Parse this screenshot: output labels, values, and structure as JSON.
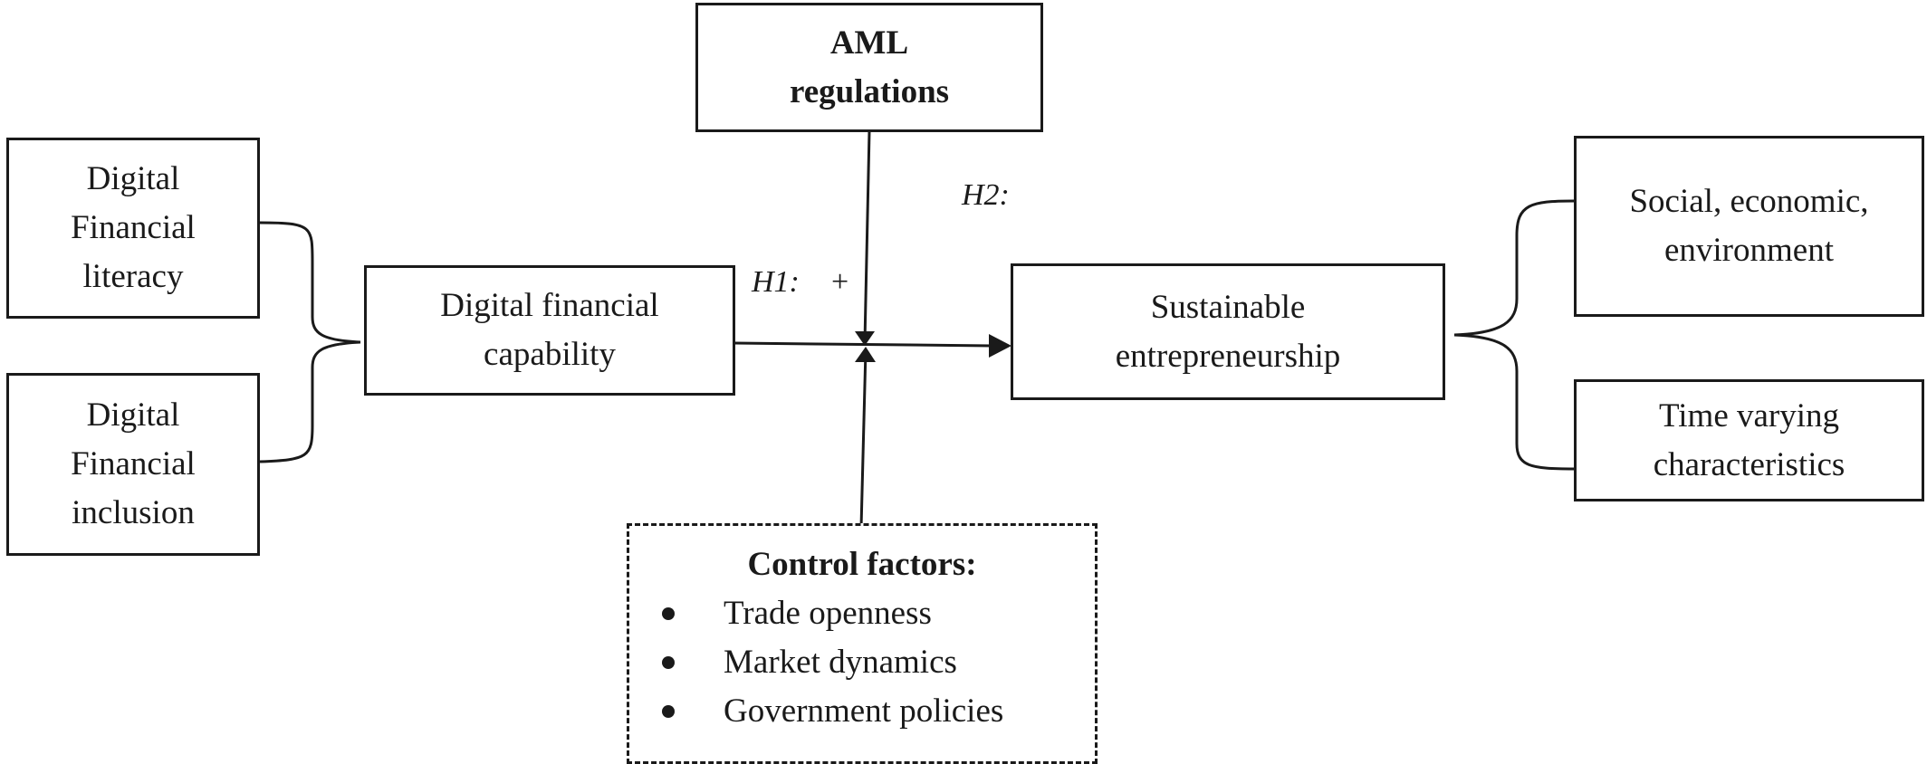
{
  "nodes": {
    "digital_financial_literacy": [
      "Digital",
      "Financial",
      "literacy"
    ],
    "digital_financial_inclusion": [
      "Digital",
      "Financial",
      "inclusion"
    ],
    "digital_financial_capability": [
      "Digital financial",
      "capability"
    ],
    "aml_regulations": [
      "AML",
      "regulations"
    ],
    "sustainable_entrepreneurship": [
      "Sustainable",
      "entrepreneurship"
    ],
    "social_economic_environment": [
      "Social, economic,",
      "environment"
    ],
    "time_varying_characteristics": [
      "Time varying",
      "characteristics"
    ]
  },
  "control_factors": {
    "title": "Control factors:",
    "items": [
      "Trade openness",
      "Market dynamics",
      "Government policies"
    ]
  },
  "labels": {
    "h1": "H1:",
    "h1_sign": "+",
    "h2": "H2:"
  }
}
